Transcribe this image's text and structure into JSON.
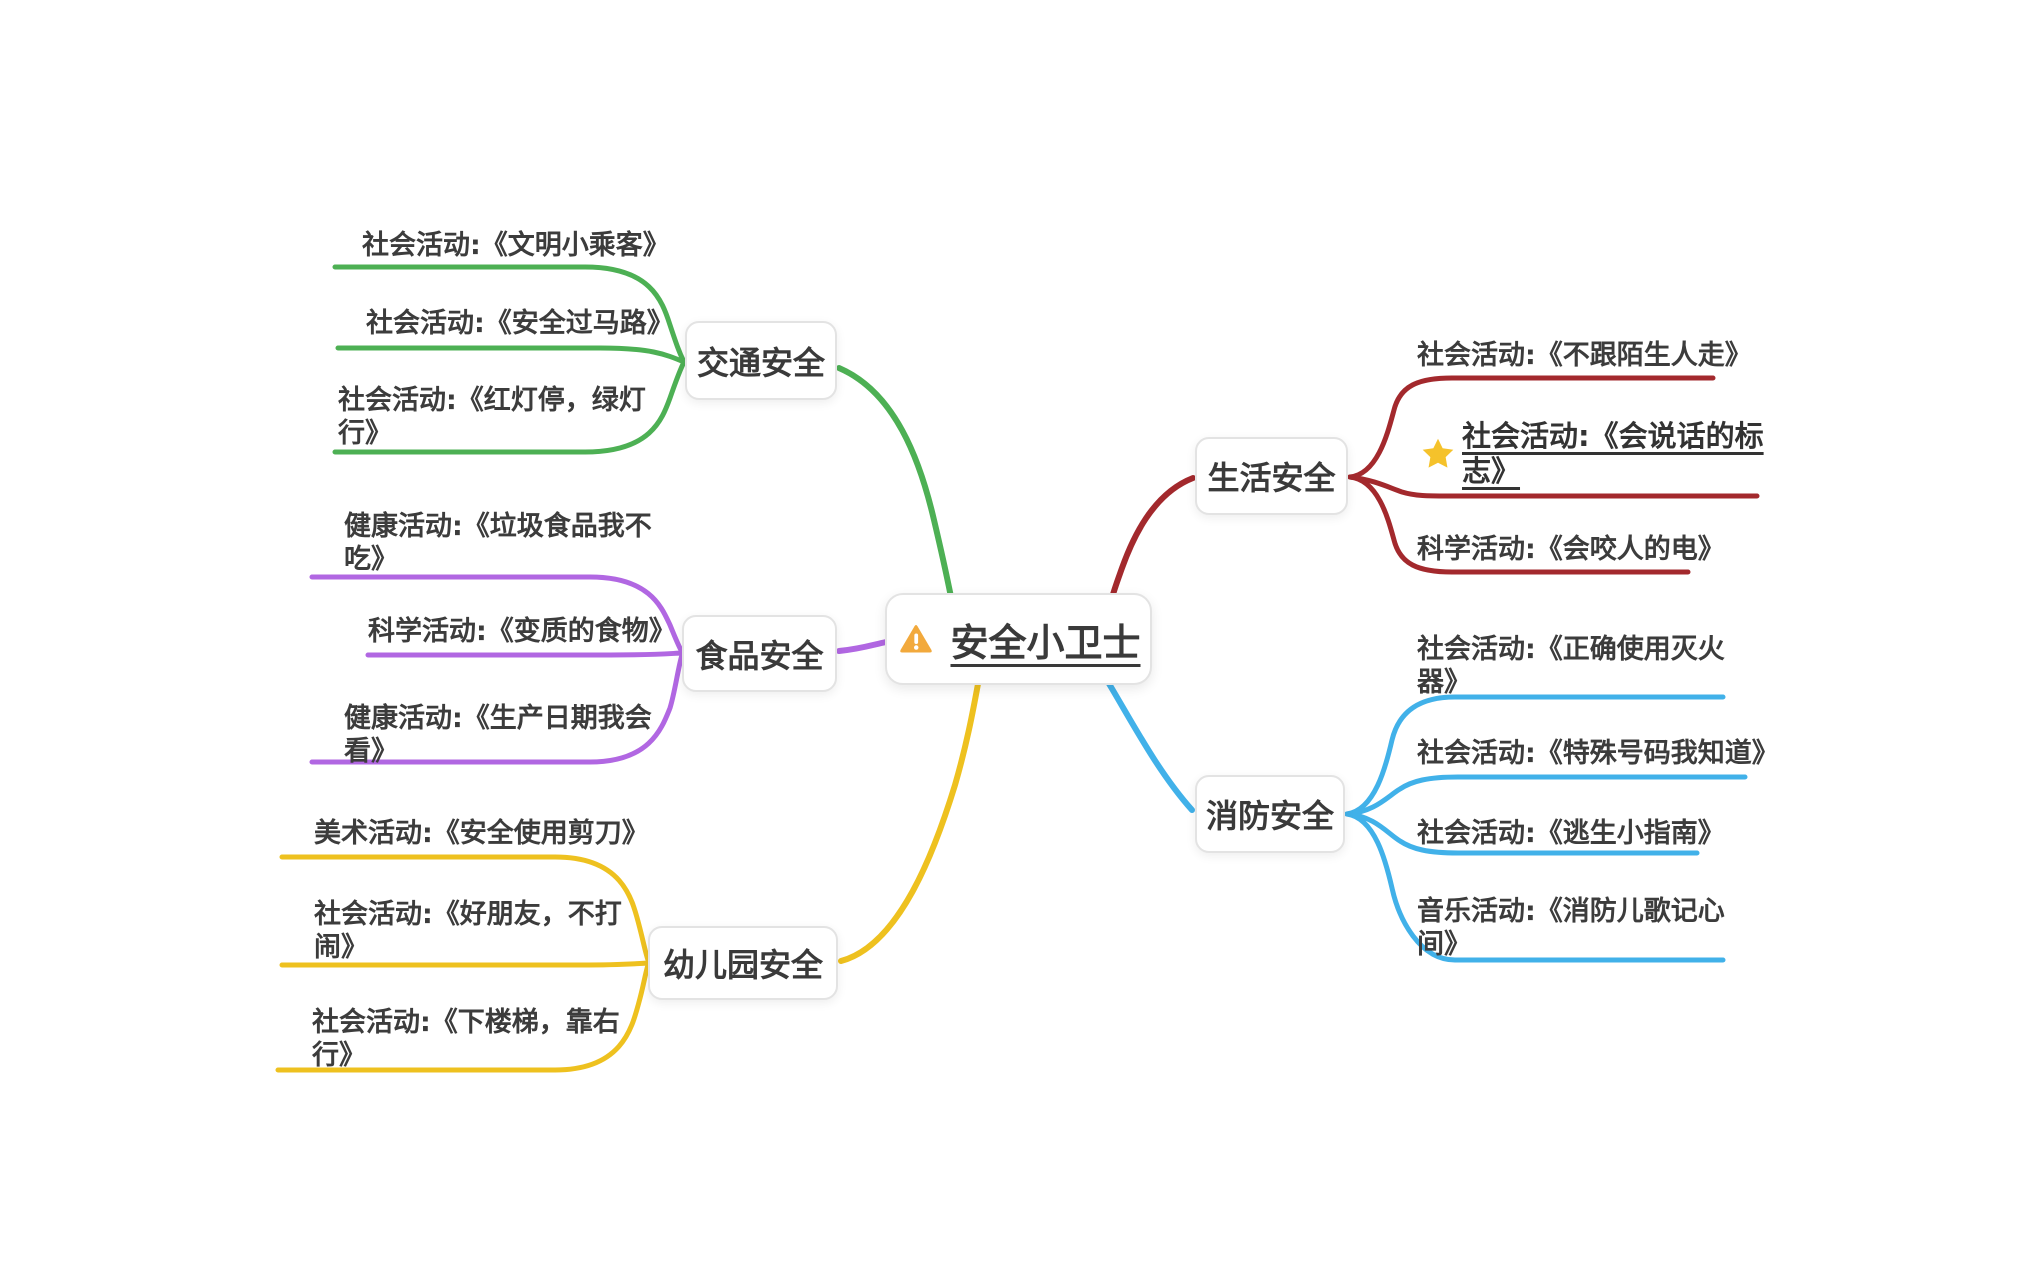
{
  "title": {
    "text": "安全小卫士",
    "icon": "warning-triangle"
  },
  "colors": {
    "warning_icon": "#f2a93c",
    "star_icon": "#f5c22b",
    "text": "#3a3a3a"
  },
  "branches": [
    {
      "id": "traffic",
      "label": "交通安全",
      "color": "#4db054",
      "children": [
        {
          "label": "社会活动:《文明小乘客》"
        },
        {
          "label": "社会活动:《安全过马路》"
        },
        {
          "label": "社会活动:《红灯停，绿灯行》"
        }
      ]
    },
    {
      "id": "food",
      "label": "食品安全",
      "color": "#b167e2",
      "children": [
        {
          "label": "健康活动:《垃圾食品我不吃》"
        },
        {
          "label": "科学活动:《变质的食物》"
        },
        {
          "label": "健康活动:《生产日期我会看》"
        }
      ]
    },
    {
      "id": "kindergarten",
      "label": "幼儿园安全",
      "color": "#eec11f",
      "children": [
        {
          "label": "美术活动:《安全使用剪刀》"
        },
        {
          "label": "社会活动:《好朋友，不打闹》"
        },
        {
          "label": "社会活动:《下楼梯，靠右行》"
        }
      ]
    },
    {
      "id": "life",
      "label": "生活安全",
      "color": "#a3292d",
      "children": [
        {
          "label": "社会活动:《不跟陌生人走》"
        },
        {
          "label": "社会活动:《会说话的标志》",
          "starred": true
        },
        {
          "label": "科学活动:《会咬人的电》"
        }
      ]
    },
    {
      "id": "fire",
      "label": "消防安全",
      "color": "#41b1e9",
      "children": [
        {
          "label": "社会活动:《正确使用灭火器》"
        },
        {
          "label": "社会活动:《特殊号码我知道》"
        },
        {
          "label": "社会活动:《逃生小指南》"
        },
        {
          "label": "音乐活动:《消防儿歌记心间》"
        }
      ]
    }
  ]
}
